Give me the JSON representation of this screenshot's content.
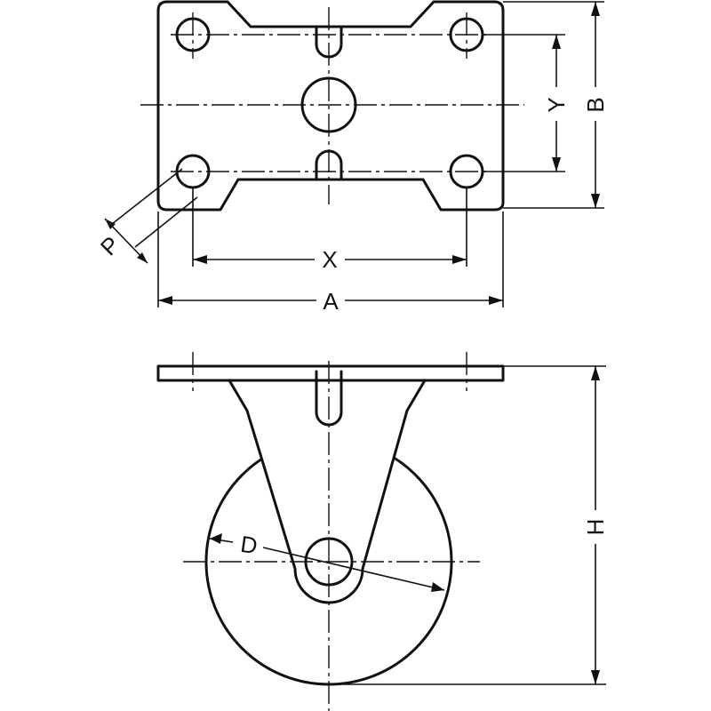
{
  "labels": {
    "a": "A",
    "b": "B",
    "x": "X",
    "y": "Y",
    "p": "P",
    "h": "H",
    "d": "D"
  }
}
